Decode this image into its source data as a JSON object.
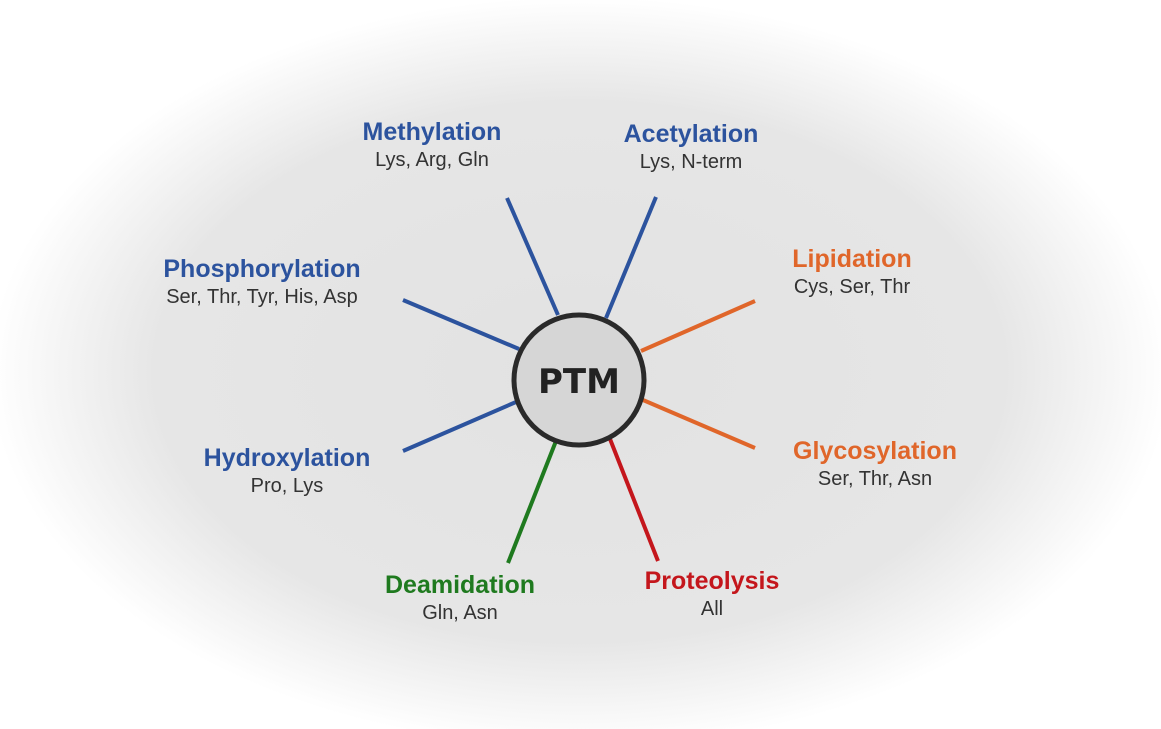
{
  "center": {
    "label": "PTM"
  },
  "colors": {
    "blue": "#2c539e",
    "orange": "#e0662a",
    "green": "#1f7a1f",
    "red": "#c4161c",
    "hub_fill": "#d6d6d6",
    "hub_stroke": "#2a2a2a",
    "background_glow": "#d9d9d9"
  },
  "modifications": {
    "methylation": {
      "name": "Methylation",
      "residues": "Lys, Arg, Gln",
      "color": "blue"
    },
    "acetylation": {
      "name": "Acetylation",
      "residues": "Lys, N-term",
      "color": "blue"
    },
    "phosphorylation": {
      "name": "Phosphorylation",
      "residues": "Ser, Thr, Tyr, His, Asp",
      "color": "blue"
    },
    "lipidation": {
      "name": "Lipidation",
      "residues": "Cys, Ser, Thr",
      "color": "orange"
    },
    "hydroxylation": {
      "name": "Hydroxylation",
      "residues": "Pro, Lys",
      "color": "blue"
    },
    "glycosylation": {
      "name": "Glycosylation",
      "residues": "Ser, Thr, Asn",
      "color": "orange"
    },
    "deamidation": {
      "name": "Deamidation",
      "residues": "Gln, Asn",
      "color": "green"
    },
    "proteolysis": {
      "name": "Proteolysis",
      "residues": "All",
      "color": "red"
    }
  }
}
